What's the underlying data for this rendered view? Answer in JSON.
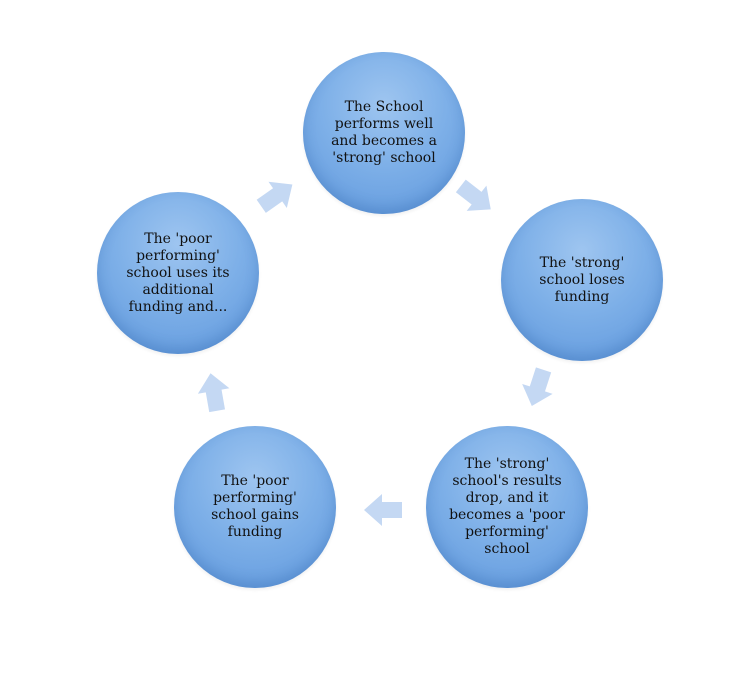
{
  "nodes": [
    {
      "text": "The School\nperforms well\nand becomes a\n'strong' school"
    },
    {
      "text": "The 'strong'\nschool loses\nfunding"
    },
    {
      "text": "The 'strong'\nschool's results\ndrop, and it\nbecomes a 'poor\nperforming'\nschool"
    },
    {
      "text": "The 'poor\nperforming'\nschool gains\nfunding"
    },
    {
      "text": "The 'poor\nperforming'\nschool uses its\nadditional\nfunding and..."
    }
  ],
  "colors": {
    "node_fill": "#7eb0e8",
    "arrow_fill": "#c4d8f3"
  }
}
